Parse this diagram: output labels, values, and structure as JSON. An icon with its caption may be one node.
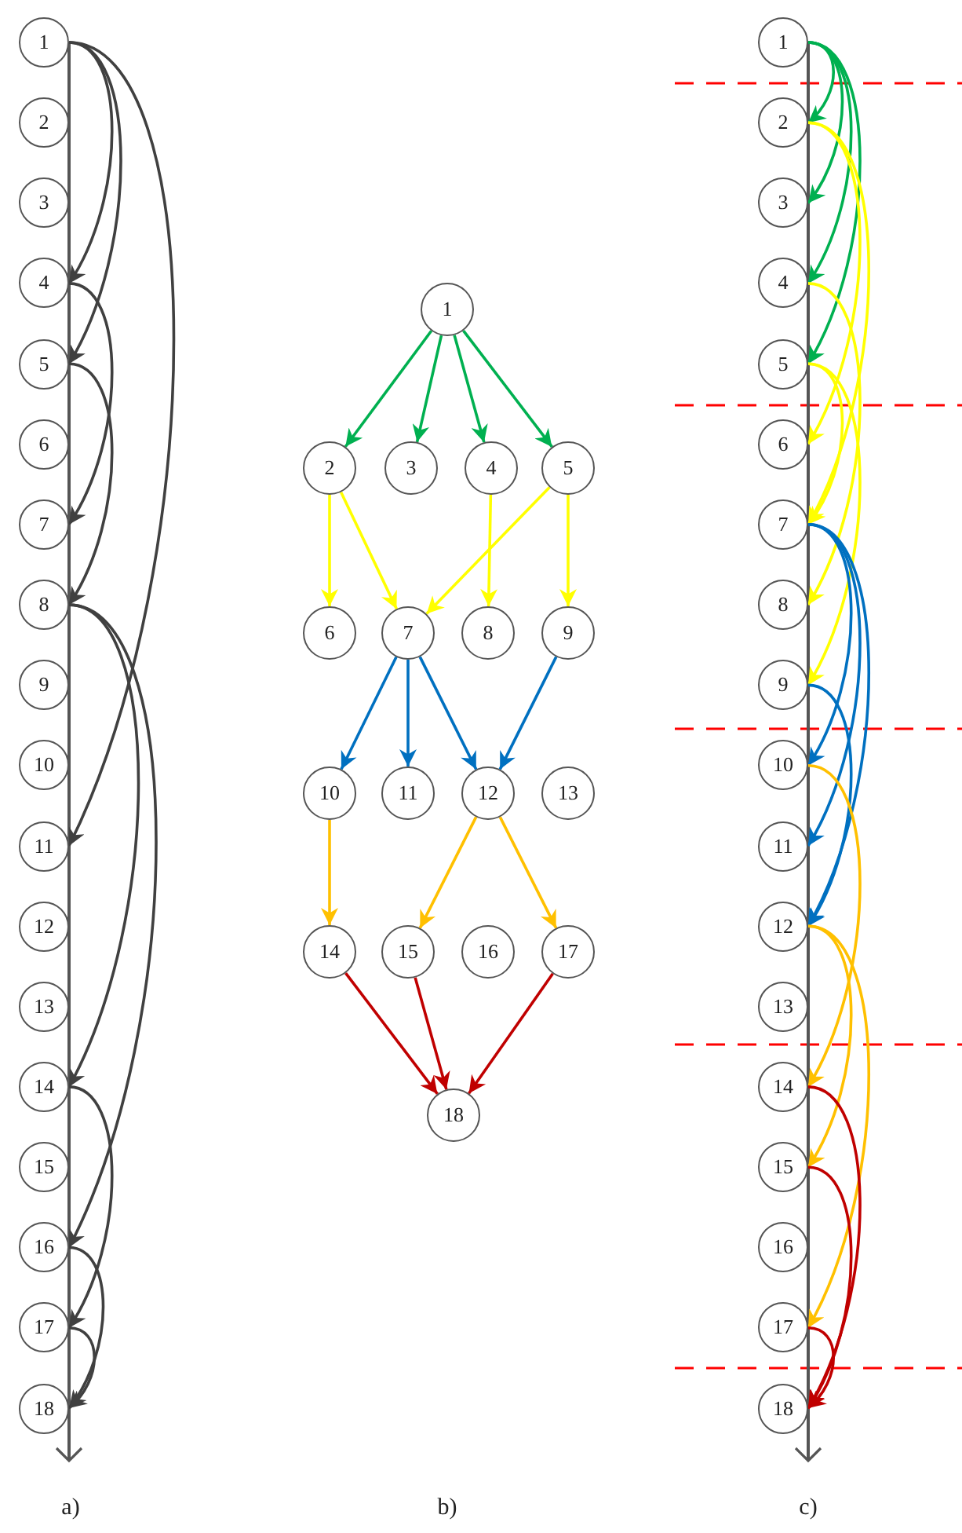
{
  "diagram": {
    "nodes": [
      {
        "text": [
          "1"
        ]
      },
      {
        "text": [
          "2"
        ]
      },
      {
        "text": [
          "3"
        ]
      },
      {
        "text": [
          "4"
        ]
      },
      {
        "text": [
          "5"
        ]
      },
      {
        "text": [
          "6"
        ]
      },
      {
        "text": [
          "7"
        ]
      },
      {
        "text": [
          "8"
        ]
      },
      {
        "text": [
          "9"
        ]
      },
      {
        "text": [
          "10"
        ]
      },
      {
        "text": [
          "11"
        ]
      },
      {
        "text": [
          "12"
        ]
      },
      {
        "text": [
          "13"
        ]
      },
      {
        "text": [
          "14"
        ]
      },
      {
        "text": [
          "15"
        ]
      },
      {
        "text": [
          "16"
        ]
      },
      {
        "text": [
          "17"
        ]
      },
      {
        "text": [
          "18"
        ]
      },
      {
        "text": [
          "1"
        ]
      },
      {
        "text": [
          "2"
        ]
      },
      {
        "text": [
          "3"
        ]
      },
      {
        "text": [
          "4"
        ]
      },
      {
        "text": [
          "5"
        ]
      },
      {
        "text": [
          "6"
        ]
      },
      {
        "text": [
          "7"
        ]
      },
      {
        "text": [
          "8"
        ]
      },
      {
        "text": [
          "9"
        ]
      },
      {
        "text": [
          "10"
        ]
      },
      {
        "text": [
          "11"
        ]
      },
      {
        "text": [
          "12"
        ]
      },
      {
        "text": [
          "13"
        ]
      },
      {
        "text": [
          "14"
        ]
      },
      {
        "text": [
          "15"
        ]
      },
      {
        "text": [
          "16"
        ]
      },
      {
        "text": [
          "17"
        ]
      },
      {
        "text": [
          "18"
        ]
      },
      {
        "text": [
          "1"
        ]
      },
      {
        "text": [
          "2"
        ]
      },
      {
        "text": [
          "3"
        ]
      },
      {
        "text": [
          "4"
        ]
      },
      {
        "text": [
          "5"
        ]
      },
      {
        "text": [
          "6"
        ]
      },
      {
        "text": [
          "7"
        ]
      },
      {
        "text": [
          "8"
        ]
      },
      {
        "text": [
          "9"
        ]
      },
      {
        "text": [
          "10"
        ]
      },
      {
        "text": [
          "11"
        ]
      },
      {
        "text": [
          "12"
        ]
      },
      {
        "text": [
          "13"
        ]
      },
      {
        "text": [
          "14"
        ]
      },
      {
        "text": [
          "15"
        ]
      },
      {
        "text": [
          "16"
        ]
      },
      {
        "text": [
          "17"
        ]
      },
      {
        "text": [
          "18"
        ]
      }
    ],
    "edges": [
      {
        "from": 0,
        "to": 3,
        "arrow": "to"
      },
      {
        "from": 0,
        "to": 4,
        "arrow": "to"
      },
      {
        "from": 0,
        "to": 10,
        "arrow": "to"
      },
      {
        "from": 3,
        "to": 6,
        "arrow": "to"
      },
      {
        "from": 4,
        "to": 7,
        "arrow": "to"
      },
      {
        "from": 7,
        "to": 13,
        "arrow": "to"
      },
      {
        "from": 7,
        "to": 15,
        "arrow": "to"
      },
      {
        "from": 13,
        "to": 16,
        "arrow": "to"
      },
      {
        "from": 15,
        "to": 17,
        "arrow": "to"
      },
      {
        "from": 16,
        "to": 17,
        "arrow": "to"
      },
      {
        "from": 18,
        "to": 19,
        "arrow": "to",
        "color": "#00b050"
      },
      {
        "from": 18,
        "to": 20,
        "arrow": "to",
        "color": "#00b050"
      },
      {
        "from": 18,
        "to": 21,
        "arrow": "to",
        "color": "#00b050"
      },
      {
        "from": 18,
        "to": 22,
        "arrow": "to",
        "color": "#00b050"
      },
      {
        "from": 19,
        "to": 23,
        "arrow": "to",
        "color": "#ffff00"
      },
      {
        "from": 19,
        "to": 24,
        "arrow": "to",
        "color": "#ffff00"
      },
      {
        "from": 21,
        "to": 25,
        "arrow": "to",
        "color": "#ffff00"
      },
      {
        "from": 22,
        "to": 24,
        "arrow": "to",
        "color": "#ffff00"
      },
      {
        "from": 22,
        "to": 26,
        "arrow": "to",
        "color": "#ffff00"
      },
      {
        "from": 24,
        "to": 27,
        "arrow": "to",
        "color": "#0070c0"
      },
      {
        "from": 24,
        "to": 28,
        "arrow": "to",
        "color": "#0070c0"
      },
      {
        "from": 24,
        "to": 29,
        "arrow": "to",
        "color": "#0070c0"
      },
      {
        "from": 26,
        "to": 29,
        "arrow": "to",
        "color": "#0070c0"
      },
      {
        "from": 27,
        "to": 31,
        "arrow": "to",
        "color": "#ffc000"
      },
      {
        "from": 29,
        "to": 32,
        "arrow": "to",
        "color": "#ffc000"
      },
      {
        "from": 29,
        "to": 34,
        "arrow": "to",
        "color": "#ffc000"
      },
      {
        "from": 31,
        "to": 35,
        "arrow": "to",
        "color": "#c00000"
      },
      {
        "from": 32,
        "to": 35,
        "arrow": "to",
        "color": "#c00000"
      },
      {
        "from": 34,
        "to": 35,
        "arrow": "to",
        "color": "#c00000"
      },
      {
        "from": 36,
        "to": 37,
        "arrow": "to",
        "color": "#00b050"
      },
      {
        "from": 36,
        "to": 38,
        "arrow": "to",
        "color": "#00b050"
      },
      {
        "from": 36,
        "to": 39,
        "arrow": "to",
        "color": "#00b050"
      },
      {
        "from": 36,
        "to": 40,
        "arrow": "to",
        "color": "#00b050"
      },
      {
        "from": 37,
        "to": 41,
        "arrow": "to",
        "color": "#ffff00"
      },
      {
        "from": 37,
        "to": 42,
        "arrow": "to",
        "color": "#ffff00"
      },
      {
        "from": 39,
        "to": 43,
        "arrow": "to",
        "color": "#ffff00"
      },
      {
        "from": 40,
        "to": 42,
        "arrow": "to",
        "color": "#ffff00"
      },
      {
        "from": 40,
        "to": 44,
        "arrow": "to",
        "color": "#ffff00"
      },
      {
        "from": 42,
        "to": 45,
        "arrow": "to",
        "color": "#0070c0"
      },
      {
        "from": 42,
        "to": 46,
        "arrow": "to",
        "color": "#0070c0"
      },
      {
        "from": 42,
        "to": 47,
        "arrow": "to",
        "color": "#0070c0"
      },
      {
        "from": 44,
        "to": 47,
        "arrow": "to",
        "color": "#0070c0"
      },
      {
        "from": 45,
        "to": 49,
        "arrow": "to",
        "color": "#ffc000"
      },
      {
        "from": 47,
        "to": 50,
        "arrow": "to",
        "color": "#ffc000"
      },
      {
        "from": 47,
        "to": 52,
        "arrow": "to",
        "color": "#ffc000"
      },
      {
        "from": 49,
        "to": 53,
        "arrow": "to",
        "color": "#c00000"
      },
      {
        "from": 50,
        "to": 53,
        "arrow": "to",
        "color": "#c00000"
      },
      {
        "from": 52,
        "to": 53,
        "arrow": "to",
        "color": "#c00000"
      }
    ],
    "labels": [
      "a)",
      "b)",
      "c)"
    ]
  }
}
